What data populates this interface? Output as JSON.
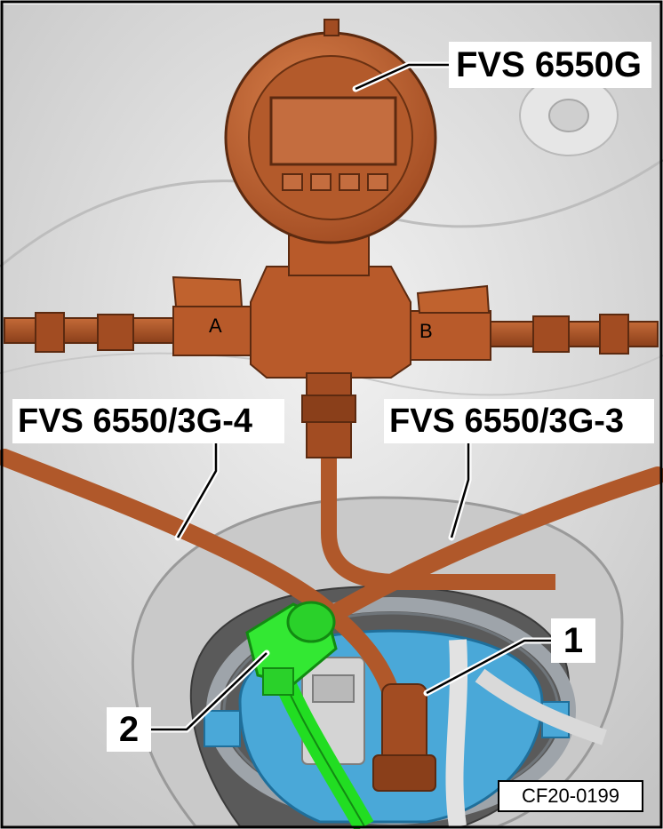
{
  "labels": {
    "gauge": "FVS 6550G",
    "hose_left": "FVS 6550/3G-4",
    "hose_right": "FVS 6550/3G-3",
    "part_1": "1",
    "part_2": "2",
    "valve_a": "A",
    "valve_b": "B"
  },
  "figure_code": "CF20-0199",
  "colors": {
    "hose": "#b0582a",
    "gauge": "#c0622e",
    "connector_green": "#22dd22",
    "flange_blue": "#4aa8d8",
    "background": "#d8d8d8"
  }
}
